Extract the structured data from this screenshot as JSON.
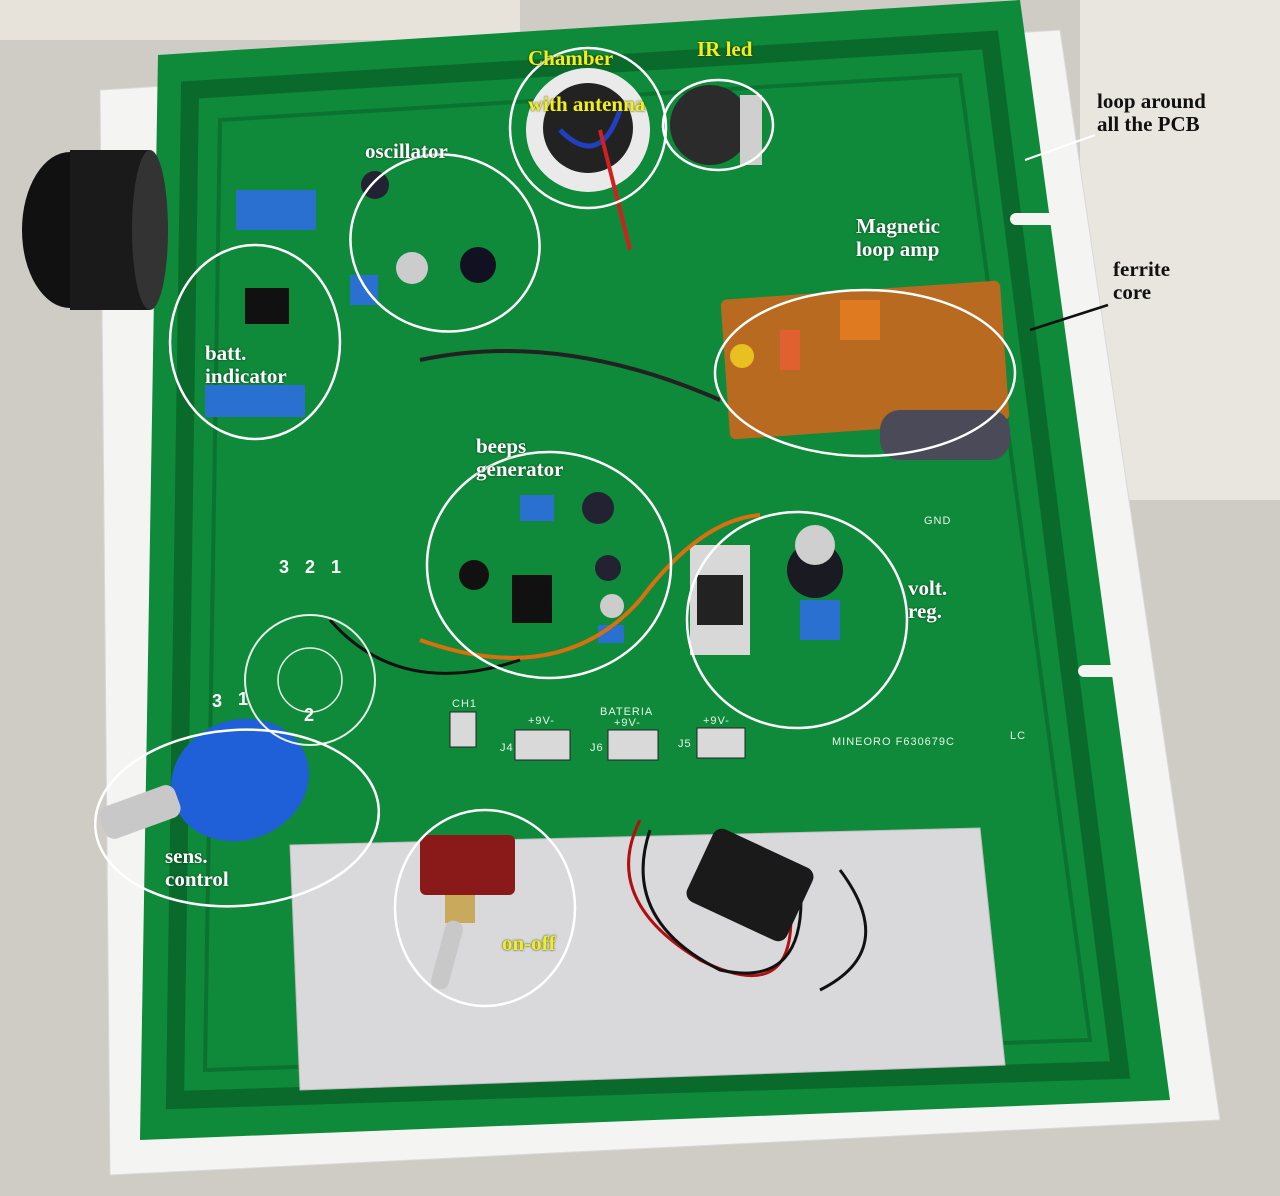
{
  "annotations": {
    "chamber_line1": "Chamber",
    "chamber_line2": "with antenna",
    "ir_led": "IR led",
    "loop_around": "loop around\nall the PCB",
    "oscillator": "oscillator",
    "magnetic_loop_amp": "Magnetic\nloop amp",
    "ferrite_core": "ferrite\ncore",
    "batt_indicator": "batt.\nindicator",
    "beeps_generator": "beeps\ngenerator",
    "volt_reg": "volt.\nreg.",
    "sens_control": "sens.\ncontrol",
    "on_off": "on-off"
  },
  "pin_labels": {
    "top_3": "3",
    "top_2": "2",
    "top_1": "1",
    "pot_3": "3",
    "pot_1": "1",
    "pot_2": "2"
  },
  "silkscreen": {
    "board_id": "MINEORO F630679C",
    "bateria": "BATERIA",
    "nine_v_a": "+9V-",
    "nine_v_b": "+9V-",
    "nine_v_c": "+9V-",
    "j4": "J4",
    "j6": "J6",
    "j5": "J5",
    "ch1": "CH1",
    "gnd": "GND",
    "lc": "LC"
  },
  "colors": {
    "pcb": "#0e8a3a",
    "highlight_circle": "#ffffff",
    "label_yellow": "#f0f020"
  }
}
